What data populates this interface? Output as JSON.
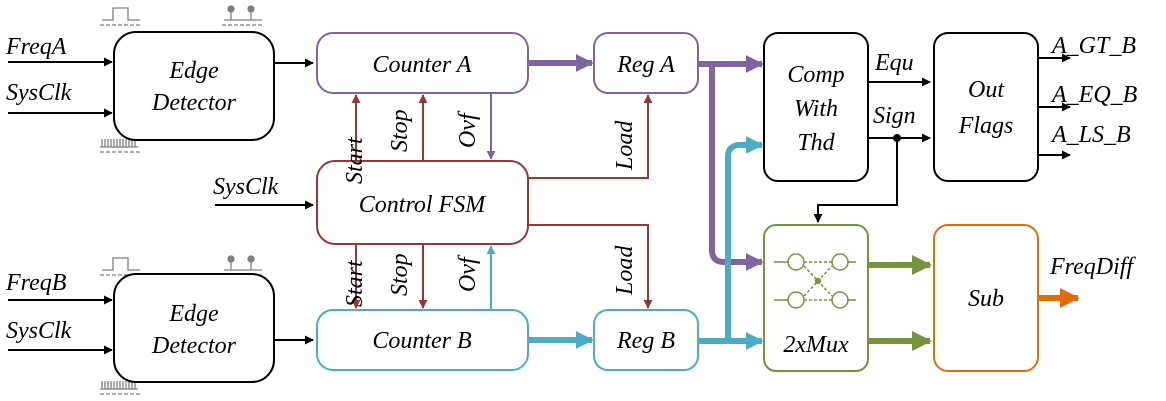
{
  "colors": {
    "black": "#000000",
    "purple": "#8064a2",
    "brown": "#953735",
    "cyan": "#4bacc6",
    "green": "#77933c",
    "orange": "#e36c0a",
    "gray": "#7f7f7f"
  },
  "inputs": {
    "freq_a": "FreqA",
    "sysclk_a": "SysClk",
    "sysclk_fsm": "SysClk",
    "freq_b": "FreqB",
    "sysclk_b": "SysClk"
  },
  "blocks": {
    "edge_detector_a": [
      "Edge",
      "Detector"
    ],
    "edge_detector_b": [
      "Edge",
      "Detector"
    ],
    "counter_a": "Counter A",
    "counter_b": "Counter B",
    "control_fsm": "Control FSM",
    "reg_a": "Reg A",
    "reg_b": "Reg B",
    "comp_with_thd": [
      "Comp",
      "With",
      "Thd"
    ],
    "out_flags": [
      "Out",
      "Flags"
    ],
    "mux": "2xMux",
    "sub": "Sub"
  },
  "signals": {
    "start_a": "Start",
    "stop_a": "Stop",
    "ovf_a": "Ovf",
    "load_a": "Load",
    "start_b": "Start",
    "stop_b": "Stop",
    "ovf_b": "Ovf",
    "load_b": "Load",
    "equ": "Equ",
    "sign": "Sign"
  },
  "outputs": {
    "a_gt_b": "A_GT_B",
    "a_eq_b": "A_EQ_B",
    "a_ls_b": "A_LS_B",
    "freq_diff": "FreqDiff"
  }
}
